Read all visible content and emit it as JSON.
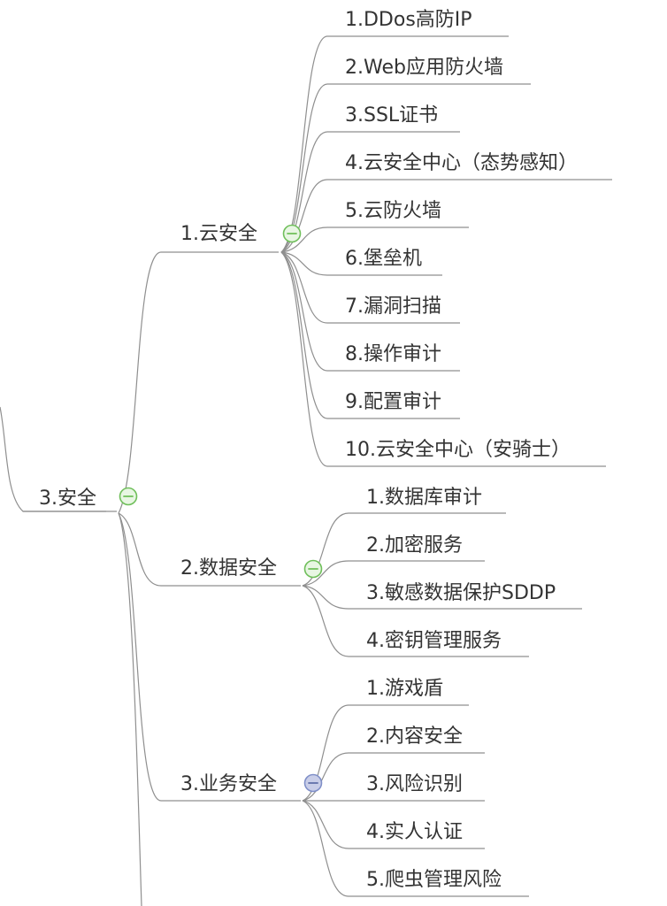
{
  "mindmap": {
    "root": {
      "label": "3.安全",
      "children": [
        {
          "label": "1.云安全",
          "toggle_icon": "collapse-minus-icon",
          "toggle_color": "#6fbf5a",
          "children": [
            "1.DDos高防IP",
            "2.Web应用防火墙",
            "3.SSL证书",
            "4.云安全中心（态势感知）",
            "5.云防火墙",
            "6.堡垒机",
            "7.漏洞扫描",
            "8.操作审计",
            "9.配置审计",
            "10.云安全中心（安骑士）"
          ]
        },
        {
          "label": "2.数据安全",
          "toggle_icon": "collapse-minus-icon",
          "toggle_color": "#6fbf5a",
          "children": [
            "1.数据库审计",
            "2.加密服务",
            "3.敏感数据保护SDDP",
            "4.密钥管理服务"
          ]
        },
        {
          "label": "3.业务安全",
          "toggle_icon": "collapse-minus-icon",
          "toggle_color": "#7f8fc8",
          "children": [
            "1.游戏盾",
            "2.内容安全",
            "3.风险识别",
            "4.实人认证",
            "5.爬虫管理风险"
          ]
        }
      ],
      "toggle_icon": "collapse-minus-icon",
      "toggle_color": "#6fbf5a"
    },
    "colors": {
      "line": "#8f8f8f",
      "text": "#333333",
      "toggle_fill_green": "#e8f6e3",
      "toggle_fill_blue": "#c9cee8"
    }
  }
}
